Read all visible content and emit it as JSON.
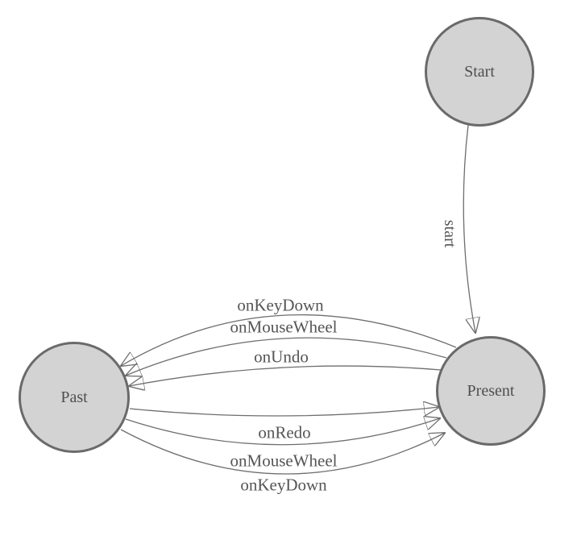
{
  "diagram": {
    "type": "state-machine",
    "nodes": [
      {
        "id": "start",
        "label": "Start"
      },
      {
        "id": "present",
        "label": "Present"
      },
      {
        "id": "past",
        "label": "Past"
      }
    ],
    "edges": [
      {
        "from": "start",
        "to": "present",
        "label": "start"
      },
      {
        "from": "present",
        "to": "past",
        "label": "onKeyDown"
      },
      {
        "from": "present",
        "to": "past",
        "label": "onMouseWheel"
      },
      {
        "from": "present",
        "to": "past",
        "label": "onUndo"
      },
      {
        "from": "past",
        "to": "present",
        "label": "onRedo"
      },
      {
        "from": "past",
        "to": "present",
        "label": "onMouseWheel"
      },
      {
        "from": "past",
        "to": "present",
        "label": "onKeyDown"
      }
    ],
    "colors": {
      "background": "#ffffff",
      "node_fill": "#d3d3d3",
      "node_stroke": "#6a6a6a",
      "edge_stroke": "#6e6e6e",
      "arrow_fill": "#6a6a6a",
      "label_text": "#555555"
    }
  }
}
